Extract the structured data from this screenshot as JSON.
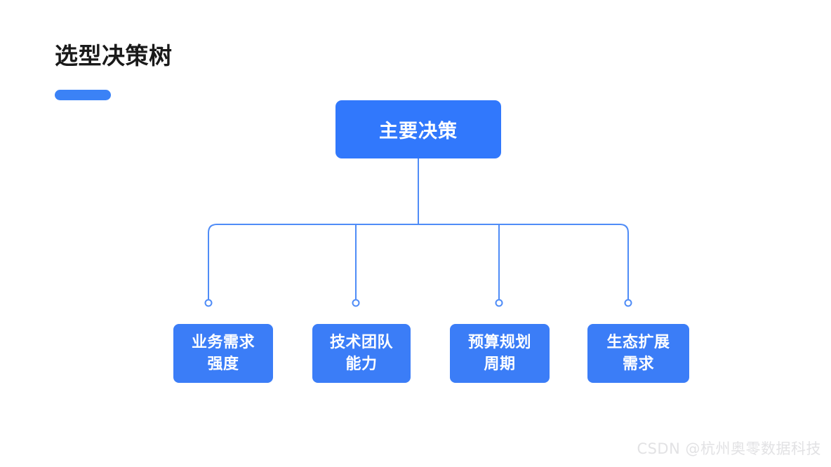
{
  "slide": {
    "title": "选型决策树",
    "background_color": "#ffffff",
    "accent_color": "#3b82f6",
    "node_color": "#3178fc",
    "child_node_color": "#3b7df7",
    "connector_color": "#4f8cf7",
    "title_color": "#1a1a1a"
  },
  "diagram": {
    "type": "decision-tree",
    "root": {
      "label": "主要决策"
    },
    "children": [
      {
        "line1": "业务需求",
        "line2": "强度",
        "label": "业务需求强度"
      },
      {
        "line1": "技术团队",
        "line2": "能力",
        "label": "技术团队能力"
      },
      {
        "line1": "预算规划",
        "line2": "周期",
        "label": "预算规划周期"
      },
      {
        "line1": "生态扩展",
        "line2": "需求",
        "label": "生态扩展需求"
      }
    ]
  },
  "watermark": {
    "text": "CSDN @杭州奥零数据科技"
  }
}
